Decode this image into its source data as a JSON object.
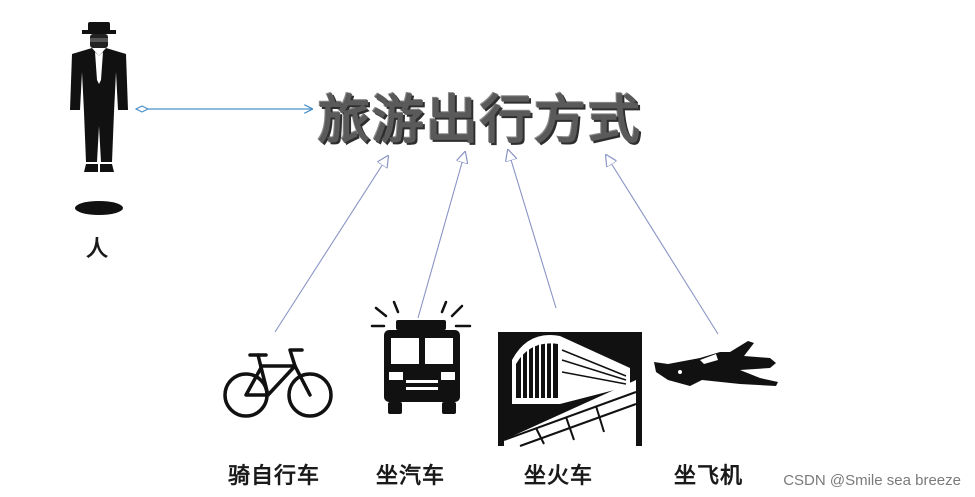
{
  "title": "旅游出行方式",
  "person": {
    "label": "人"
  },
  "vehicles": [
    {
      "label": "骑自行车"
    },
    {
      "label": "坐汽车"
    },
    {
      "label": "坐火车"
    },
    {
      "label": "坐飞机"
    }
  ],
  "watermark": "CSDN @Smile sea breeze",
  "colors": {
    "arrow": "#8a94c4",
    "association": "#4a90c8",
    "title": "#5a5a5a",
    "icon": "#111111"
  }
}
